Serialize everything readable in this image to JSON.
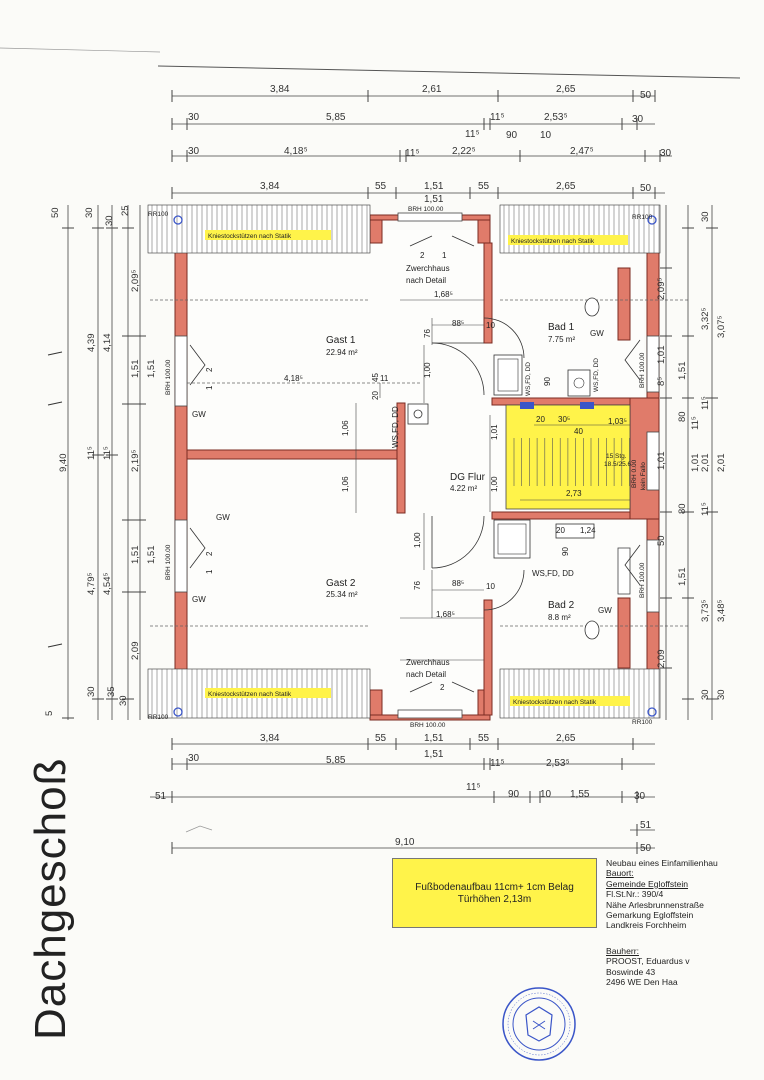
{
  "title": "Dachgeschoß",
  "colors": {
    "wall": "#e07b6a",
    "highlight": "#fff34a",
    "stamp": "#3a55c8"
  },
  "top_dims": {
    "row1": [
      "3,84",
      "2,61",
      "2,65",
      "50"
    ],
    "row2": [
      "30",
      "5,85",
      "11⁵",
      "2,53⁵",
      "30"
    ],
    "row2b": [
      "11⁵",
      "90",
      "10"
    ],
    "row3": [
      "30",
      "4,18⁵",
      "11⁵",
      "2,22⁵",
      "2,47⁵",
      "30"
    ],
    "row4": [
      "3,84",
      "55",
      "1,51",
      "55",
      "2,65",
      "50"
    ],
    "row4b": "1,51"
  },
  "bottom_dims": {
    "row1": [
      "3,84",
      "55",
      "1,51",
      "55",
      "2,65"
    ],
    "row1b": "1,51",
    "row2": [
      "30",
      "5,85",
      "11⁵",
      "2,53⁵"
    ],
    "row3": [
      "51",
      "11⁵",
      "90",
      "10",
      "1,55",
      "30"
    ],
    "row4": [
      "51",
      "9,10",
      "50"
    ]
  },
  "left_dims": {
    "outer": [
      "50",
      "9,40",
      "5"
    ],
    "c1": [
      "4,39",
      "11⁵",
      "4,79⁵",
      "30"
    ],
    "c2": [
      "30",
      "4,14",
      "11⁵",
      "4,54⁵",
      "35"
    ],
    "c3": [
      "30",
      "2,09⁵",
      "1,51",
      "2,19⁵",
      "1,51",
      "2,09",
      "30"
    ],
    "c4": [
      "25",
      "1,51",
      "1,51"
    ]
  },
  "right_dims": {
    "c1": [
      "30",
      "3,32⁵",
      "1,51",
      "80",
      "11⁵",
      "2,01",
      "80",
      "11⁵",
      "1,51",
      "3,73⁵",
      "30"
    ],
    "c2": [
      "3,07⁵",
      "2,01",
      "3,48⁵",
      "30"
    ],
    "c3": [
      "2,09⁵",
      "8⁵",
      "1,01",
      "1,01",
      "11⁵",
      "1,01",
      "50",
      "2,09"
    ]
  },
  "rooms": {
    "gast1": {
      "name": "Gast 1",
      "area": "22.94 m²"
    },
    "gast2": {
      "name": "Gast 2",
      "area": "25.34 m²"
    },
    "bad1": {
      "name": "Bad 1",
      "area": "7.75 m²"
    },
    "bad2": {
      "name": "Bad 2",
      "area": "8.8 m²"
    },
    "flur": {
      "name": "DG Flur",
      "area": "4.22 m²"
    }
  },
  "labels": {
    "kniestock": "Kniestockstützen nach Statik",
    "zwerchhaus1": "Zwerchhaus",
    "zwerchhaus2": "nach Detail",
    "brh_h": "BRH 100.00",
    "brh_v": "BRH 100.00",
    "brh_flur": "BRH 0.00",
    "kein_fallo": "kein Fallo",
    "rr": "RR100",
    "gw": "GW",
    "ws": "WS,FD, DD",
    "ws_v": "WS,FD, DD",
    "stairs1": "15 Stg.",
    "stairs2": "18.5/25.6",
    "n2": "2",
    "n1": "1",
    "inner": {
      "z1_168": "1,68⁵",
      "z2_168": "1,68⁵",
      "d76": "76",
      "d88": "88⁵",
      "d10": "10",
      "d100a": "1,00",
      "d100b": "1,00",
      "d45": "45",
      "d20": "20",
      "d11": "11",
      "d4185": "4,18⁵",
      "d106a": "1,06",
      "d106b": "1,06",
      "d101": "1,01",
      "d100c": "1,00",
      "d273": "2,73",
      "d20b": "20",
      "d305": "30⁵",
      "d40": "40",
      "d1035": "1,03⁵",
      "d90": "90",
      "d20c": "20",
      "d124": "1,24",
      "d90b": "90",
      "d76b": "76",
      "d885b": "88⁵",
      "d10b": "10"
    }
  },
  "note": {
    "line1": "Fußbodenaufbau 11cm+ 1cm Belag",
    "line2": "Türhöhen 2,13m"
  },
  "info": {
    "l1": "Neubau eines Einfamilienhau",
    "l2": "Bauort:",
    "l3": "Gemeinde Egloffstein",
    "l4": "Fl.St.Nr.: 390/4",
    "l5": "Nähe Arlesbrunnenstraße",
    "l6": "Gemarkung Egloffstein",
    "l7": "Landkreis Forchheim"
  },
  "owner": {
    "l1": "Bauherr:",
    "l2": "PROOST, Eduardus v",
    "l3": "Boswinde 43",
    "l4": "2496 WE Den Haa"
  }
}
